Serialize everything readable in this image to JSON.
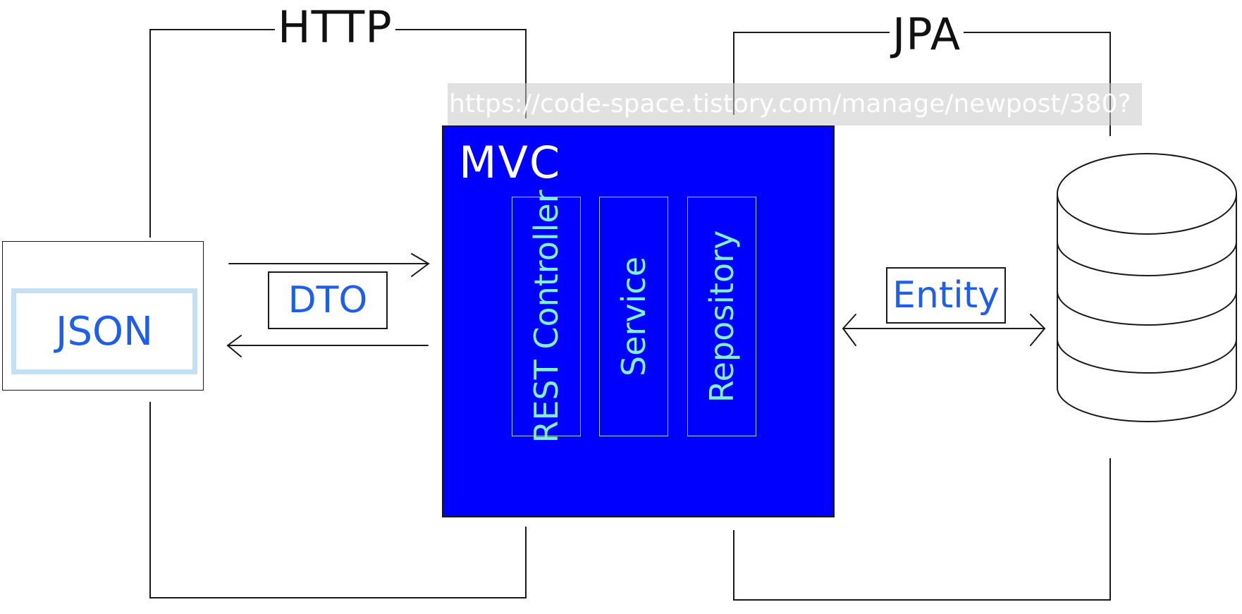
{
  "protocols": {
    "left": "HTTP",
    "right": "JPA"
  },
  "watermark": "https://code-space.tistory.com/manage/newpost/380?",
  "client": {
    "format": "JSON"
  },
  "transfer": {
    "dto": "DTO",
    "entity": "Entity"
  },
  "mvc": {
    "title": "MVC",
    "layers": [
      "REST Controller",
      "Service",
      "Repository"
    ]
  },
  "colors": {
    "mvc_fill": "#0000ff",
    "label_blue": "#1f5ee6",
    "layer_text": "#7ff0d0",
    "json_border": "#c4e0f6"
  },
  "icons": {
    "database": "database-cylinder-icon"
  }
}
